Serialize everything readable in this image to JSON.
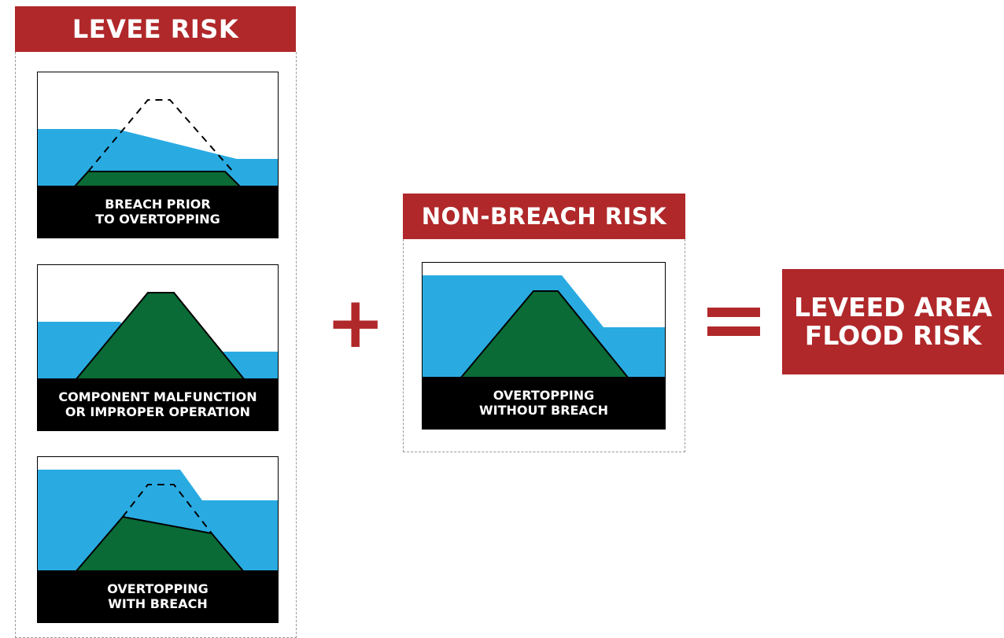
{
  "colors": {
    "banner_red": "#b0282a",
    "water_blue": "#29abe2",
    "levee_green": "#0a6b36",
    "ground_black": "#000000"
  },
  "levee_risk": {
    "title": "LEVEE RISK",
    "panels": [
      {
        "caption_lines": [
          "BREACH PRIOR",
          "TO OVERTOPPING"
        ]
      },
      {
        "caption_lines": [
          "COMPONENT MALFUNCTION",
          "OR IMPROPER OPERATION"
        ]
      },
      {
        "caption_lines": [
          "OVERTOPPING",
          "WITH BREACH"
        ]
      }
    ]
  },
  "plus_symbol": "+",
  "non_breach_risk": {
    "title": "NON-BREACH RISK",
    "panels": [
      {
        "caption_lines": [
          "OVERTOPPING",
          "WITHOUT BREACH"
        ]
      }
    ]
  },
  "equals_symbol": "=",
  "result": {
    "lines": [
      "LEVEED AREA",
      "FLOOD RISK"
    ]
  }
}
